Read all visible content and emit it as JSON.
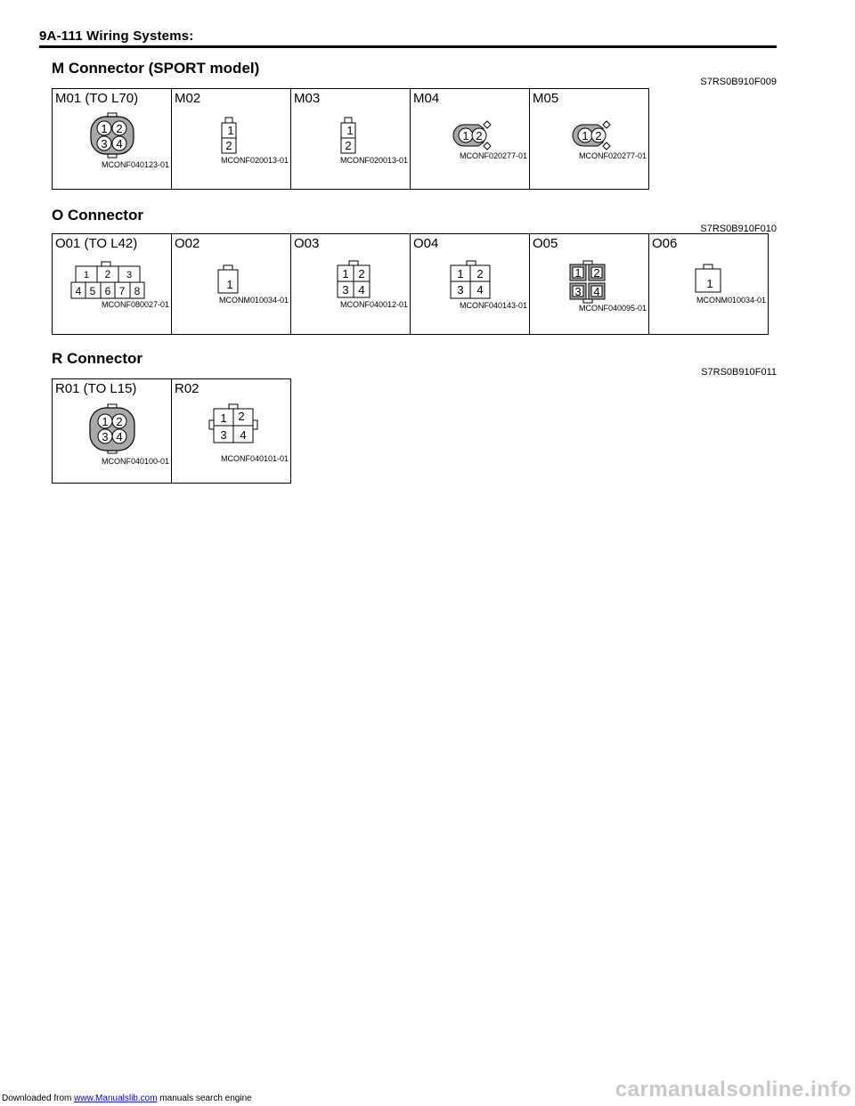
{
  "header": {
    "title": "9A-111   Wiring Systems:"
  },
  "sections": [
    {
      "title": "M Connector (SPORT model)",
      "code": "S7RS0B910F009",
      "cells": [
        {
          "label": "M01 (TO L70)",
          "part": "MCONF040123-01",
          "pins": [
            "1",
            "2",
            "3",
            "4"
          ]
        },
        {
          "label": "M02",
          "part": "MCONF020013-01",
          "pins": [
            "1",
            "2"
          ]
        },
        {
          "label": "M03",
          "part": "MCONF020013-01",
          "pins": [
            "1",
            "2"
          ]
        },
        {
          "label": "M04",
          "part": "MCONF020277-01",
          "pins": [
            "1",
            "2"
          ]
        },
        {
          "label": "M05",
          "part": "MCONF020277-01",
          "pins": [
            "1",
            "2"
          ]
        }
      ]
    },
    {
      "title": "O Connector",
      "code": "S7RS0B910F010",
      "cells": [
        {
          "label": "O01 (TO L42)",
          "part": "MCONF080027-01",
          "pins": [
            "1",
            "2",
            "3",
            "4",
            "5",
            "6",
            "7",
            "8"
          ]
        },
        {
          "label": "O02",
          "part": "MCONM010034-01",
          "pins": [
            "1"
          ]
        },
        {
          "label": "O03",
          "part": "MCONF040012-01",
          "pins": [
            "1",
            "2",
            "3",
            "4"
          ]
        },
        {
          "label": "O04",
          "part": "MCONF040143-01",
          "pins": [
            "1",
            "2",
            "3",
            "4"
          ]
        },
        {
          "label": "O05",
          "part": "MCONF040095-01",
          "pins": [
            "1",
            "2",
            "3",
            "4"
          ]
        },
        {
          "label": "O06",
          "part": "MCONM010034-01",
          "pins": [
            "1"
          ]
        }
      ]
    },
    {
      "title": "R Connector",
      "code": "S7RS0B910F011",
      "cells": [
        {
          "label": "R01 (TO L15)",
          "part": "MCONF040100-01",
          "pins": [
            "1",
            "2",
            "3",
            "4"
          ]
        },
        {
          "label": "R02",
          "part": "MCONF040101-01",
          "pins": [
            "1",
            "2",
            "3",
            "4"
          ]
        }
      ]
    }
  ],
  "footer": {
    "prefix": "Downloaded from ",
    "link": "www.Manualslib.com",
    "suffix": "  manuals search engine"
  },
  "watermark": "carmanualsonline.info"
}
